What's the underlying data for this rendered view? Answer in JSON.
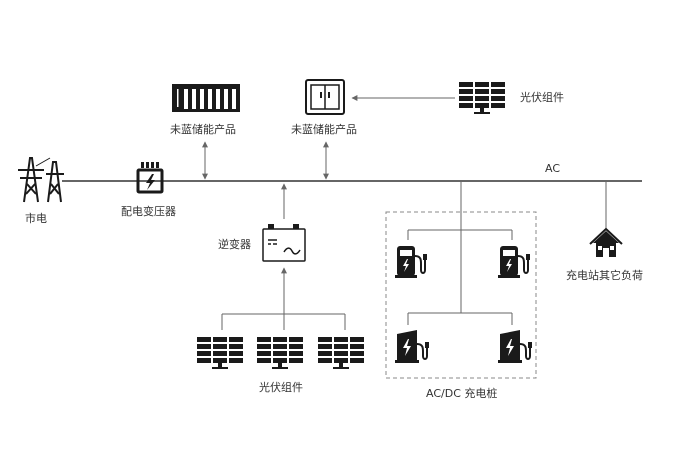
{
  "labels": {
    "grid": "市电",
    "transformer": "配电变压器",
    "storage_left": "未蓝储能产品",
    "storage_right": "未蓝储能产品",
    "pv_top": "光伏组件",
    "ac": "AC",
    "inverter": "逆变器",
    "pv_bottom": "光伏组件",
    "other_load": "充电站其它负荷",
    "chargers": "AC/DC 充电桩"
  },
  "colors": {
    "line": "#666666",
    "icon": "#1a1a1a",
    "text": "#333333"
  }
}
